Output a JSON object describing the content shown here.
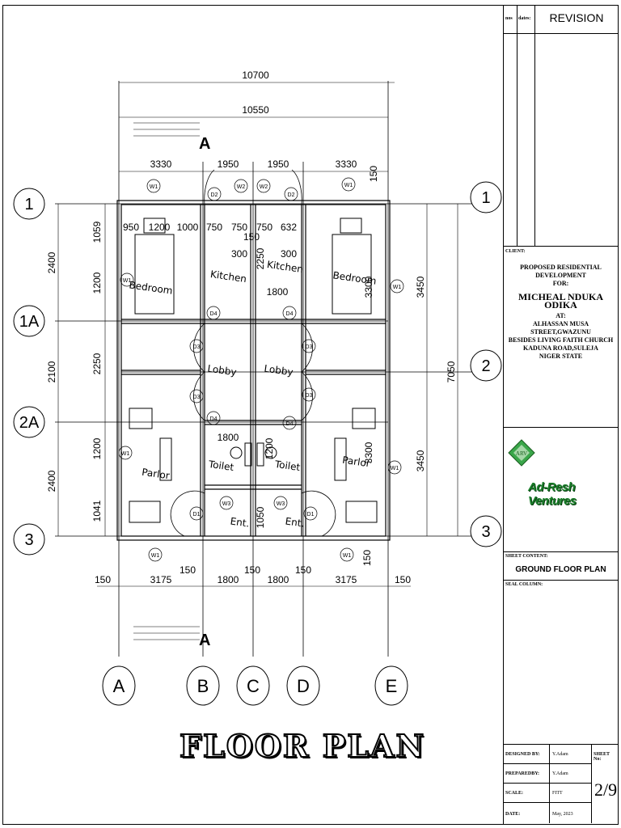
{
  "drawing": {
    "title": "FLOOR PLAN",
    "section_marker": "A",
    "overall_dims": {
      "outer": "10700",
      "inner": "10550"
    },
    "top_dims": [
      "3330",
      "1950",
      "1950",
      "3330"
    ],
    "top_right_dim": "150",
    "bottom_dims": [
      "150",
      "3175",
      "150",
      "1800",
      "150",
      "1800",
      "150",
      "3175",
      "150"
    ],
    "bottom_right_dim": "150",
    "left_outer_dims": [
      "2400",
      "2100",
      "2400"
    ],
    "left_inner_dims": [
      "1059",
      "1200",
      "2250",
      "1200",
      "1041"
    ],
    "right_inner_dims": [
      "3450",
      "3450"
    ],
    "right_total_dim": "7050",
    "right_room_dims": [
      "3300",
      "3300"
    ],
    "interior_dims": [
      "950",
      "1200",
      "1000",
      "750",
      "750",
      "750",
      "632",
      "150",
      "300",
      "300",
      "2250",
      "1800",
      "1800",
      "1200",
      "1050"
    ],
    "row_grid": [
      "1",
      "1A",
      "2",
      "2A",
      "3"
    ],
    "col_grid": [
      "A",
      "B",
      "C",
      "D",
      "E"
    ],
    "rooms": {
      "bedroom_left": "Bedroom",
      "bedroom_right": "Bedroom",
      "kitchen_left": "Kitchen",
      "kitchen_right": "Kitchen",
      "lobby_left": "Lobby",
      "lobby_right": "Lobby",
      "parlor_left": "Parlor",
      "parlor_right": "Parlor",
      "toilet_left": "Toilet",
      "toilet_right": "Toilet",
      "ent_left": "Ent.",
      "ent_right": "Ent."
    },
    "tags": [
      "W1",
      "W2",
      "W3",
      "D1",
      "D2",
      "D3",
      "D4"
    ]
  },
  "title_block": {
    "revision_cols": {
      "no": "nos",
      "date": "dates:"
    },
    "revision_title": "REVISION",
    "client_label": "CLIENT:",
    "project_line1": "PROPOSED RESIDENTIAL DEVELOPMENT",
    "project_line2": "FOR:",
    "client_name": "MICHEAL NDUKA ODIKA",
    "at_label": "AT:",
    "address1": "ALHASSAN MUSA STREET,GWAZUNU",
    "address2": "BESIDES LIVING FAITH CHURCH",
    "address3": "KADUNA ROAD,SULEJA",
    "address4": "NIGER STATE",
    "logo_initials": "ARV",
    "company": "Ad-Resh Ventures",
    "sheet_content_label": "SHEET CONTENT:",
    "sheet_content": "GROUND FLOOR PLAN",
    "seal_label": "SEAL COLUMN:",
    "designed_by_label": "DESIGNED BY:",
    "designed_by": "Y.Adam",
    "prepared_by_label": "PREPAREDBY:",
    "prepared_by": "Y.Adam",
    "scale_label": "SCALE:",
    "scale": "FITT",
    "date_label": "DATE:",
    "date": "May, 2023",
    "sheet_no_label": "SHEET No:",
    "sheet_no": "2/9"
  }
}
